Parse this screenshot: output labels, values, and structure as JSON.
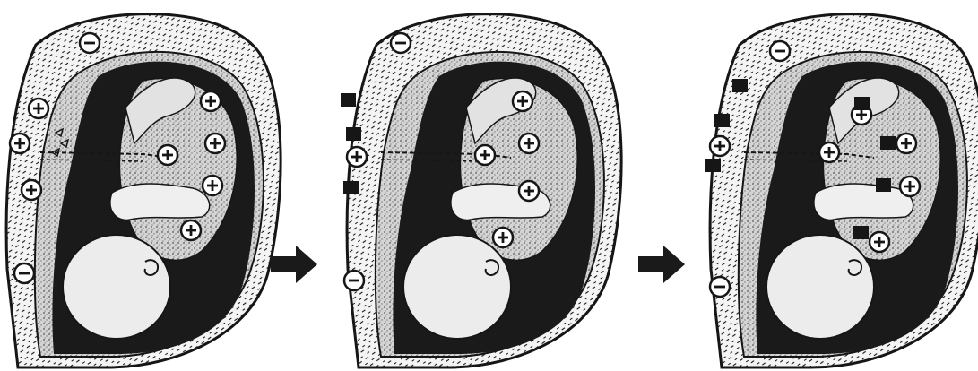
{
  "diagram": {
    "panels": [
      {
        "plus_charges": [
          [
            43,
            121
          ],
          [
            22,
            160
          ],
          [
            35,
            212
          ],
          [
            235,
            113
          ],
          [
            240,
            160
          ],
          [
            187,
            173
          ],
          [
            237,
            207
          ],
          [
            213,
            257
          ]
        ],
        "minus_charges": [
          [
            100,
            48
          ],
          [
            27,
            305
          ]
        ],
        "blocks": [],
        "show_triangles": true
      },
      {
        "plus_charges": [
          [
            18,
            175
          ],
          [
            203,
            113
          ],
          [
            210,
            160
          ],
          [
            161,
            173
          ],
          [
            210,
            213
          ],
          [
            181,
            265
          ]
        ],
        "minus_charges": [
          [
            67,
            48
          ],
          [
            15,
            313
          ]
        ],
        "blocks": [
          [
            8,
            112
          ],
          [
            14,
            150
          ],
          [
            11,
            210
          ]
        ],
        "show_triangles": false
      },
      {
        "plus_charges": [
          [
            18,
            163
          ],
          [
            176,
            128
          ],
          [
            226,
            160
          ],
          [
            140,
            170
          ],
          [
            230,
            208
          ],
          [
            196,
            270
          ]
        ],
        "minus_charges": [
          [
            85,
            57
          ],
          [
            18,
            320
          ]
        ],
        "blocks": [
          [
            40,
            96
          ],
          [
            20,
            135
          ],
          [
            10,
            185
          ],
          [
            176,
            116
          ],
          [
            205,
            160
          ],
          [
            200,
            207
          ],
          [
            175,
            260
          ]
        ],
        "show_triangles": false
      }
    ],
    "arrows": 2,
    "colors": {
      "ink": "#161616",
      "stipple": "#8a8a8a",
      "wall": "#f4f4f4",
      "fetus": "#ececec",
      "cavity": "#1a1a1a"
    }
  }
}
